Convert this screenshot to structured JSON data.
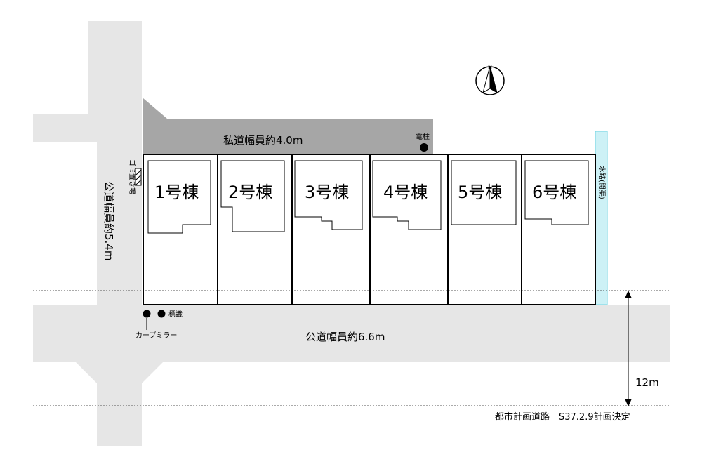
{
  "north_label": "N",
  "private_road_label": "私道幅員約4.0m",
  "utility_pole_label": "電柱",
  "side_road_label": "公道幅員約5.4m",
  "main_road_label": "公道幅員約6.6m",
  "water_channel_label": "水路(開渠)",
  "garbage_station_label": "ゴミ置き場",
  "curve_mirror_label": "カーブミラー",
  "sign_label": "標識",
  "distance_label": "12m",
  "plan_note": "都市計画道路　S37.2.9計画決定",
  "lots": [
    {
      "label": "1号棟"
    },
    {
      "label": "2号棟"
    },
    {
      "label": "3号棟"
    },
    {
      "label": "4号棟"
    },
    {
      "label": "5号棟"
    },
    {
      "label": "6号棟"
    }
  ],
  "colors": {
    "road": "#e6e6e6",
    "private_road": "#a6a6a6",
    "water": "#cdf1f6",
    "line": "#000000"
  }
}
